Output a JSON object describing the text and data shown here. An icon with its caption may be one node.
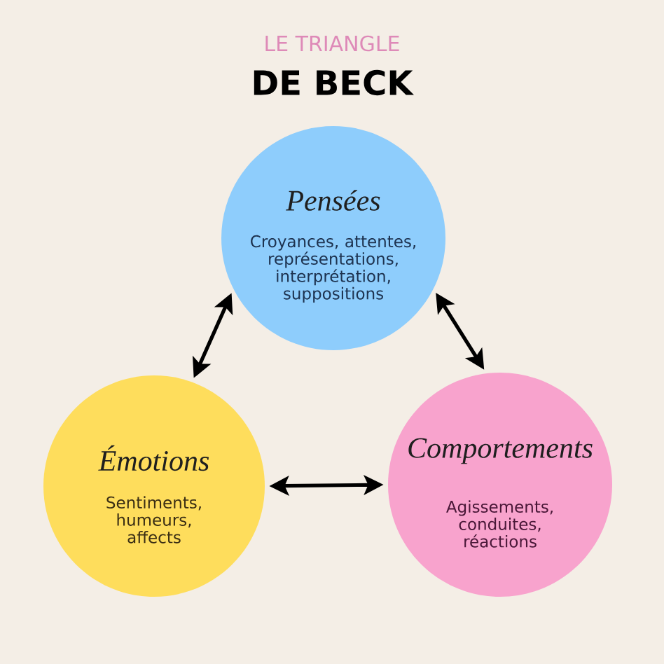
{
  "diagram": {
    "title": "DE BECK",
    "nodes": [
      {
        "text": [
          "Pensées",
          "Croyances, attentes, représentations, interprétation, suppositions"
        ]
      },
      {
        "text": [
          "Émotions",
          "Sentiments, humeurs, affects"
        ]
      },
      {
        "text": [
          "Comportements",
          "Agissements, conduites, réactions"
        ]
      }
    ],
    "edges": [
      {
        "from": 1,
        "to": 0,
        "arrow": "both"
      },
      {
        "from": 0,
        "to": 2,
        "arrow": "both"
      },
      {
        "from": 1,
        "to": 2,
        "arrow": "both"
      }
    ],
    "labels": [
      "LE TRIANGLE"
    ]
  }
}
